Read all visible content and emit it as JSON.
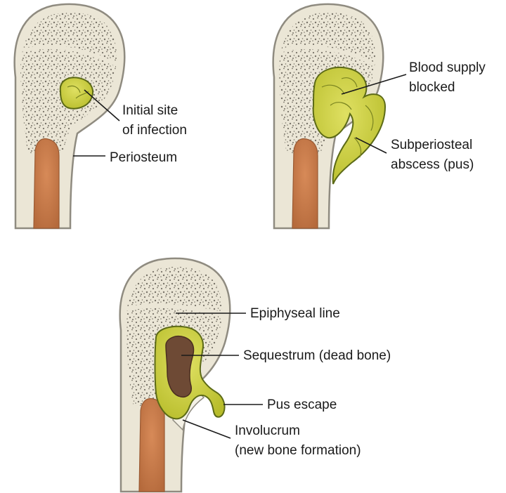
{
  "labels": {
    "initial_site_line1": "Initial site",
    "initial_site_line2": "of infection",
    "periosteum": "Periosteum",
    "blood_supply_line1": "Blood supply",
    "blood_supply_line2": "blocked",
    "subperiosteal_line1": "Subperiosteal",
    "subperiosteal_line2": "abscess (pus)",
    "epiphyseal_line": "Epiphyseal line",
    "sequestrum": "Sequestrum (dead bone)",
    "pus_escape": "Pus escape",
    "involucrum_line1": "Involucrum",
    "involucrum_line2": "(new bone formation)"
  },
  "colors": {
    "bone_fill": "#ebe6d6",
    "bone_outline": "#8f8b80",
    "marrow": "#c77a4a",
    "pus": "#c8cc3a",
    "pus_outline": "#5c6a17",
    "dead_bone": "#6e4a35",
    "speckle": "#6b665c"
  }
}
